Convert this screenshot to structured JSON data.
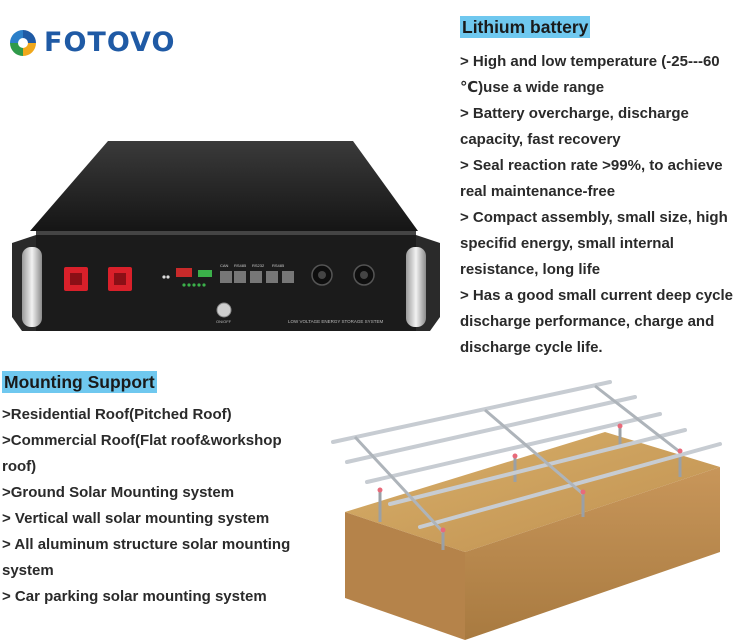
{
  "brand": {
    "name": "FOTOVO",
    "logo_icon": "fotovo-swirl-logo",
    "color": "#1f5aa5"
  },
  "lithium": {
    "heading": "Lithium battery",
    "items": [
      "> High and low temperature (-25---60 ℃)use a wide range",
      "> Battery overcharge, discharge capacity, fast recovery",
      "> Seal reaction rate >99%, to achieve real maintenance-free",
      "> Compact assembly, small size, high specifid energy, small internal resistance, long life",
      "> Has a good small current deep cycle discharge performance, charge and discharge cycle life."
    ]
  },
  "mounting": {
    "heading": "Mounting Support",
    "items": [
      ">Residential Roof(Pitched Roof)",
      ">Commercial Roof(Flat roof&workshop roof)",
      ">Ground Solar Mounting system",
      "> Vertical wall solar mounting system",
      "> All aluminum structure solar mounting system",
      "> Car parking solar mounting system"
    ]
  },
  "battery_panel": {
    "ports": [
      "CAN",
      "RS485",
      "RS232",
      "RS485"
    ],
    "label": "LOW VOLTAGE ENERGY STORAGE SYSTEM",
    "button": "ON/OFF"
  },
  "colors": {
    "heading_bg": "#6fc8ef",
    "battery_body": "#1b1b1b",
    "terminal_red": "#d9202a",
    "soil": "#c49a55",
    "aluminum": "#c7ccd2"
  }
}
